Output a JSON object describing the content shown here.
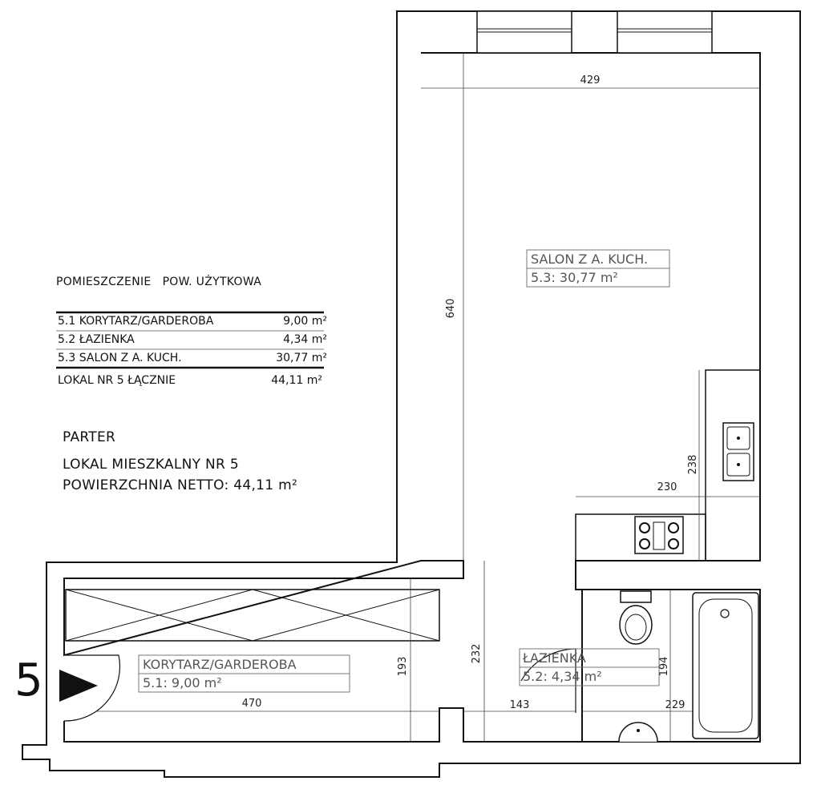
{
  "legend": {
    "header_room": "POMIESZCZENIE",
    "header_area": "POW. UŻYTKOWA",
    "rows": [
      {
        "name": "5.1 KORYTARZ/GARDEROBA",
        "area": "9,00 m²"
      },
      {
        "name": "5.2 ŁAZIENKA",
        "area": "4,34 m²"
      },
      {
        "name": "5.3 SALON Z A. KUCH.",
        "area": "30,77 m²"
      }
    ],
    "total": {
      "name": "LOKAL NR 5 ŁĄCZNIE",
      "area": "44,11 m²"
    }
  },
  "info": {
    "floor": "PARTER",
    "unit": "LOKAL MIESZKALNY NR 5",
    "net_area_label": "POWIERZCHNIA NETTO:",
    "net_area_value": "44,11 m²"
  },
  "rooms": {
    "salon": {
      "label": "SALON Z A. KUCH.",
      "area": "5.3: 30,77 m²"
    },
    "korytarz": {
      "label": "KORYTARZ/GARDEROBA",
      "area": "5.1: 9,00 m²"
    },
    "lazienka": {
      "label": "ŁAZIENKA",
      "area": "5.2: 4,34 m²"
    }
  },
  "dimensions": {
    "salon_width": "429",
    "salon_depth": "640",
    "kitchen_depth": "238",
    "kitchen_width": "230",
    "corridor_length": "470",
    "corridor_width": "193",
    "passage_height": "232",
    "bathroom_width_left": "143",
    "bathroom_width_right": "229",
    "bathroom_depth": "194"
  },
  "unit_marker": {
    "number": "5",
    "icon": "entrance-arrow-icon"
  }
}
